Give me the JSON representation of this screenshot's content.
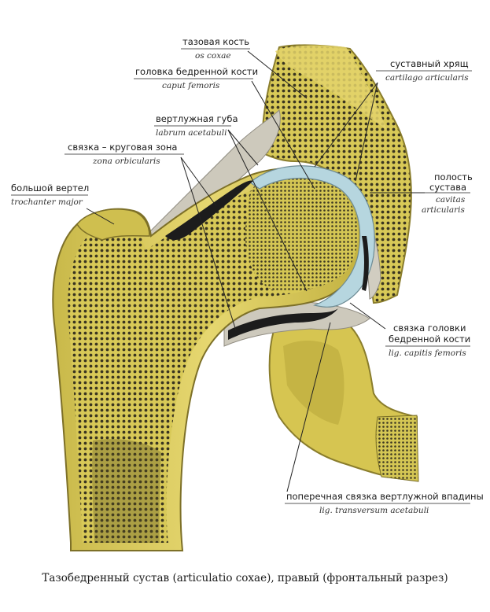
{
  "labels": {
    "os_coxae": {
      "ru": "тазовая кость",
      "la": "os coxae"
    },
    "caput_femoris": {
      "ru": "головка бедренной кости",
      "la": "caput femoris"
    },
    "labrum": {
      "ru": "вертлужная губа",
      "la": "labrum acetabuli"
    },
    "zona": {
      "ru": "связка – круговая зона",
      "la": "zona orbicularis"
    },
    "trochanter": {
      "ru": "большой вертел",
      "la": "trochanter major"
    },
    "cartilago": {
      "ru": "суставный хрящ",
      "la": "cartilago articularis"
    },
    "cavitas": {
      "ru1": "полость",
      "ru2": "сустава",
      "la1": "cavitas",
      "la2": "articularis"
    },
    "lig_capitis": {
      "ru1": "связка головки",
      "ru2": "бедренной кости",
      "la": "lig. capitis femoris"
    },
    "lig_transversum": {
      "ru": "поперечная связка вертлужной впадины",
      "la": "lig. transversum acetabuli"
    }
  },
  "caption": "Тазобедренный сустав (articulatio coxae), правый (фронтальный разрез)",
  "colors": {
    "bone_yellow": "#d9cb5a",
    "cortex_yellow": "#e8d86a",
    "cartilage_blue": "#b8d8e0",
    "ligament_grey": "#c9c6bb",
    "dark_cavity": "#1c1c1c",
    "leader_line": "#222222"
  }
}
